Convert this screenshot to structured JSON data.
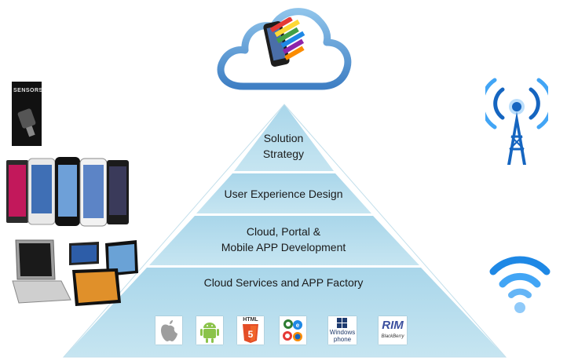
{
  "pyramid": {
    "tiers": [
      {
        "line1": "Solution",
        "line2": "Strategy"
      },
      {
        "line1": "User Experience Design"
      },
      {
        "line1": "Cloud, Portal &",
        "line2": "Mobile APP Development"
      },
      {
        "line1": "Cloud Services and APP Factory"
      }
    ]
  },
  "platforms": [
    {
      "icon": "apple-icon"
    },
    {
      "icon": "android-icon"
    },
    {
      "icon": "html5-icon",
      "caption": "HTML"
    },
    {
      "icon": "browsers-icon"
    },
    {
      "icon": "windows-phone-icon",
      "caption_line1": "Windows",
      "caption_line2": "phone"
    },
    {
      "icon": "rim-blackberry-icon",
      "caption": "RIM",
      "sub_caption": "BlackBerry"
    }
  ],
  "side_images": {
    "sensors_card_text": "SENSORS"
  },
  "colors": {
    "pyramid_fill": "#bfe1ee",
    "pyramid_edge": "#8ec6dc",
    "cloud_outline": "#5b9bd5",
    "tower_blue": "#1565c0",
    "wifi_blue": "#1e88e5"
  }
}
